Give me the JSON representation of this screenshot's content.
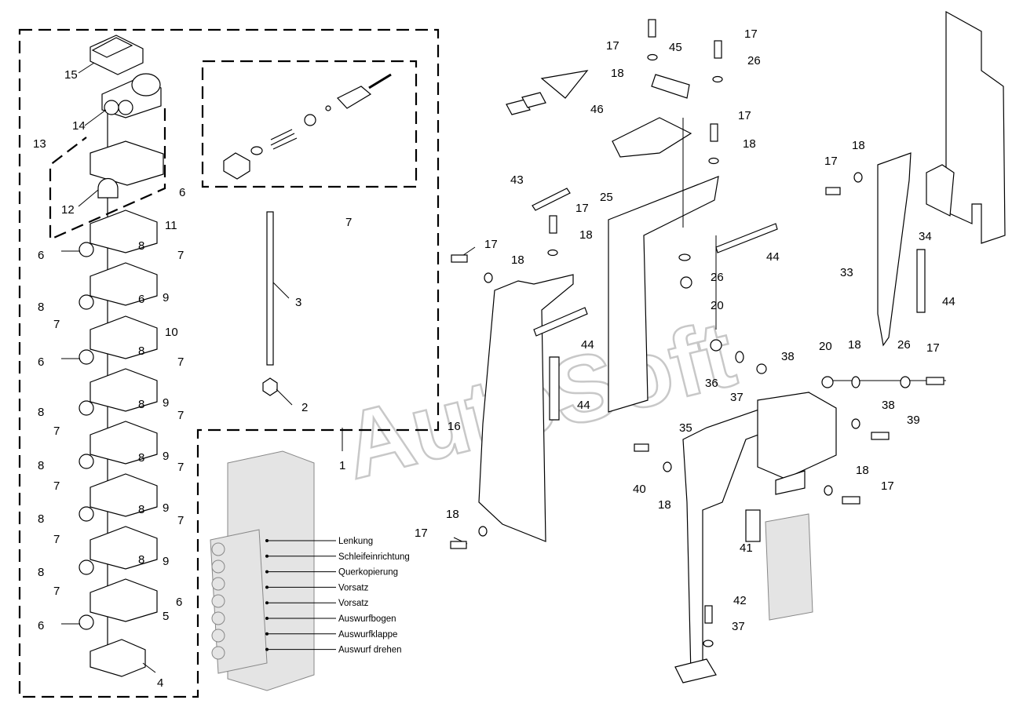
{
  "diagram": {
    "watermark": "AutoSoft",
    "callouts": [
      "1",
      "2",
      "3",
      "4",
      "5",
      "6",
      "7",
      "8",
      "9",
      "10",
      "11",
      "12",
      "13",
      "14",
      "15",
      "16",
      "17",
      "18",
      "20",
      "25",
      "26",
      "33",
      "34",
      "35",
      "36",
      "37",
      "38",
      "39",
      "40",
      "41",
      "42",
      "43",
      "44",
      "45",
      "46"
    ],
    "functions": [
      "Lenkung",
      "Schleifeinrichtung",
      "Querkopierung",
      "Vorsatz",
      "Vorsatz",
      "Auswurfbogen",
      "Auswurfklappe",
      "Auswurf drehen"
    ]
  }
}
